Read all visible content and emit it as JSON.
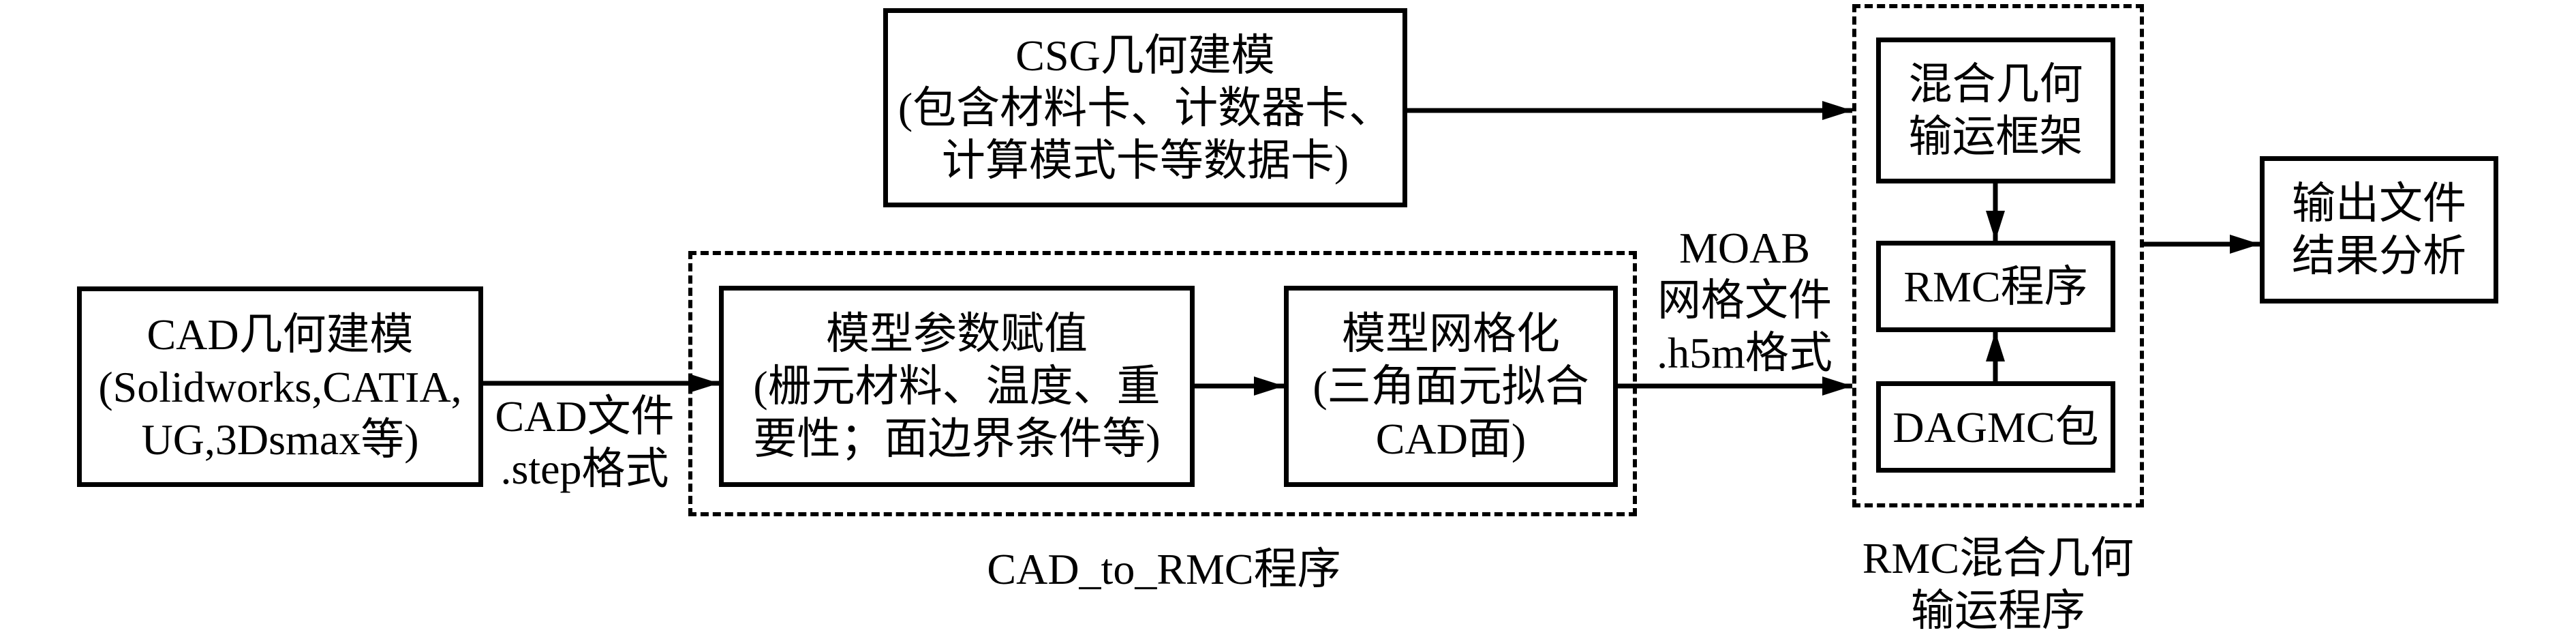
{
  "nodes": {
    "cad_modeling": {
      "lines": [
        "CAD几何建模",
        "(Solidworks,CATIA,",
        "UG,3Dsmax等)"
      ]
    },
    "csg_modeling": {
      "lines": [
        "CSG几何建模",
        "(包含材料卡、计数器卡、",
        "计算模式卡等数据卡)"
      ]
    },
    "param_assign": {
      "lines": [
        "模型参数赋值",
        "(栅元材料、温度、重",
        "要性；面边界条件等)"
      ]
    },
    "meshing": {
      "lines": [
        "模型网格化",
        "(三角面元拟合",
        "CAD面)"
      ]
    },
    "hybrid_framework": {
      "lines": [
        "混合几何",
        "输运框架"
      ]
    },
    "rmc_program": {
      "lines": [
        "RMC程序"
      ]
    },
    "dagmc": {
      "lines": [
        "DAGMC包"
      ]
    },
    "output": {
      "lines": [
        "输出文件",
        "结果分析"
      ]
    }
  },
  "edge_labels": {
    "cad_file": [
      "CAD文件",
      ".step格式"
    ],
    "moab_file": [
      "MOAB",
      "网格文件",
      ".h5m格式"
    ]
  },
  "groups": {
    "cad_to_rmc": {
      "label": "CAD_to_RMC程序"
    },
    "rmc_hybrid": {
      "label": [
        "RMC混合几何",
        "输运程序"
      ]
    }
  }
}
